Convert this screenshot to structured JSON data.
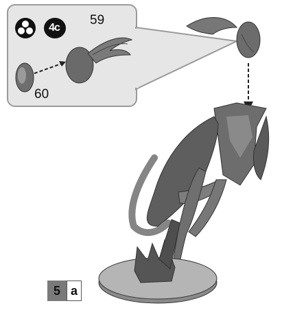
{
  "callout": {
    "paint_badge": "4c",
    "part_top": "59",
    "part_left": "60"
  },
  "step": {
    "number": "5",
    "sub": "a"
  },
  "icons": {
    "paint_scheme": "triple-dot-paint-icon",
    "assembly_arrow": "dashed-arrow-icon"
  }
}
